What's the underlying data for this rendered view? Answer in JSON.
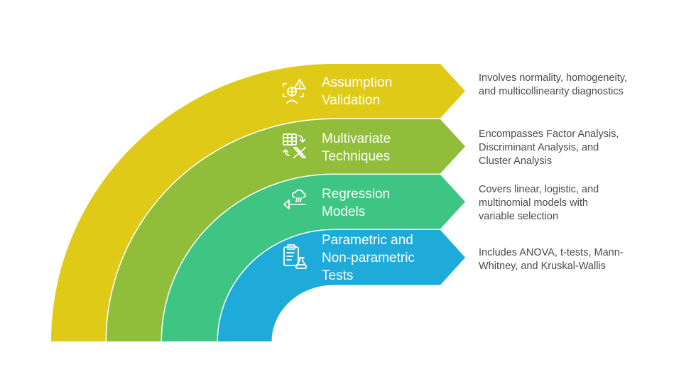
{
  "diagram": {
    "type": "layered-arc-steps",
    "steps": [
      {
        "title_line1": "Assumption",
        "title_line2": "Validation",
        "title_line3": "",
        "description": "Involves normality, homogeneity, and multicollinearity diagnostics",
        "icon": "assumption-validation-icon",
        "color": "#DFCB17"
      },
      {
        "title_line1": "Multivariate",
        "title_line2": "Techniques",
        "title_line3": "",
        "description": "Encompasses Factor Analysis, Discriminant Analysis, and Cluster Analysis",
        "icon": "table-transform-icon",
        "color": "#90BE3A"
      },
      {
        "title_line1": "Regression",
        "title_line2": "Models",
        "title_line3": "",
        "description": "Covers linear, logistic, and multinomial models with variable selection",
        "icon": "regression-icon",
        "color": "#3EC583"
      },
      {
        "title_line1": "Parametric and",
        "title_line2": "Non-parametric",
        "title_line3": "Tests",
        "description": "Includes ANOVA, t-tests, Mann-Whitney, and Kruskal-Wallis",
        "icon": "clipboard-flask-icon",
        "color": "#1FABD9"
      }
    ]
  }
}
